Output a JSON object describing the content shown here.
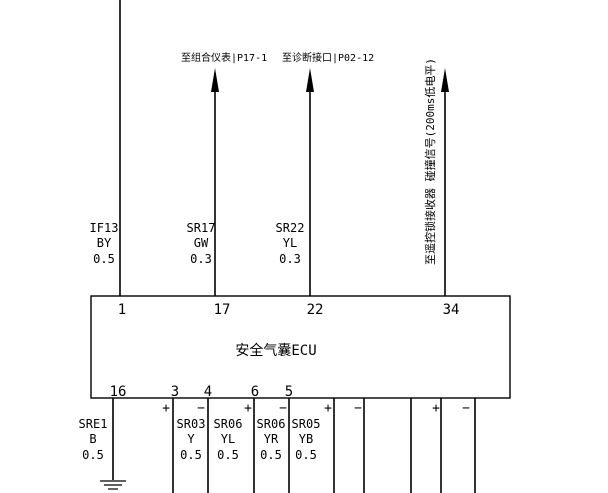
{
  "ecu": {
    "label": "安全气囊ECU"
  },
  "top_pins": [
    {
      "id": "1",
      "wire_code": "IF13",
      "color": "BY",
      "gauge": "0.5",
      "destination": ""
    },
    {
      "id": "17",
      "wire_code": "SR17",
      "color": "GW",
      "gauge": "0.3",
      "destination": "至组合仪表|P17-1"
    },
    {
      "id": "22",
      "wire_code": "SR22",
      "color": "YL",
      "gauge": "0.3",
      "destination": "至诊断接口|P02-12"
    },
    {
      "id": "34",
      "wire_code": "",
      "color": "",
      "gauge": "",
      "destination": "至遥控锁接收器 碰撞信号(200ms低电平)"
    }
  ],
  "bottom_pins": [
    {
      "id": "16",
      "wire_code": "SRE1",
      "color": "B",
      "gauge": "0.5"
    },
    {
      "id": "3",
      "wire_code": "SR03",
      "color": "Y",
      "gauge": "0.5"
    },
    {
      "id": "4",
      "wire_code": "SR06",
      "color": "YL",
      "gauge": "0.5"
    },
    {
      "id": "6",
      "wire_code": "SR06",
      "color": "YR",
      "gauge": "0.5"
    },
    {
      "id": "5",
      "wire_code": "SR05",
      "color": "YB",
      "gauge": "0.5"
    }
  ],
  "polarity": {
    "plus": "+",
    "minus": "−"
  }
}
